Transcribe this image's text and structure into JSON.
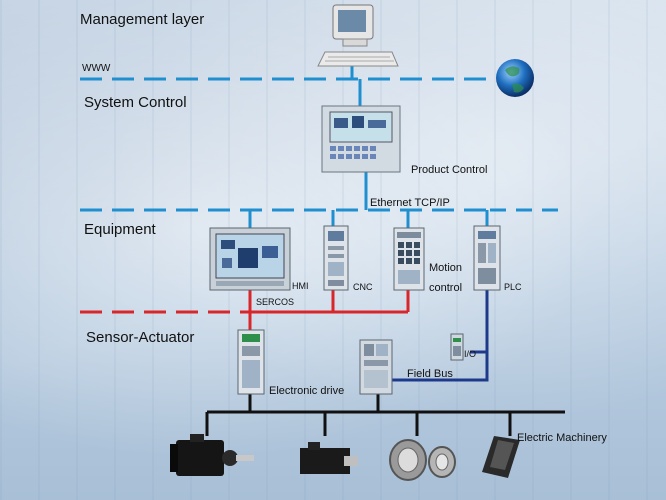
{
  "layers": {
    "management": "Management layer",
    "system_control": "System Control",
    "equipment": "Equipment",
    "sensor_actuator": "Sensor-Actuator"
  },
  "labels": {
    "www": "WWW",
    "product_control": "Product Control",
    "ethernet": "Ethernet TCP/IP",
    "hmi": "HMI",
    "cnc": "CNC",
    "motion_control_1": "Motion",
    "motion_control_2": "control",
    "plc": "PLC",
    "sercos": "SERCOS",
    "io": "I/O",
    "field_bus": "Field Bus",
    "electronic_drive": "Electronic drive",
    "electric_machinery": "Electric Machinery"
  },
  "colors": {
    "ethernet_line": "#1f8fd0",
    "sercos_line": "#d8262b",
    "field_bus_line": "#1d3a8a",
    "machinery_bus": "#111111"
  },
  "icons": [
    "computer-icon",
    "globe-icon",
    "product-control-panel-icon",
    "hmi-panel-icon",
    "cnc-module-icon",
    "motion-control-module-icon",
    "plc-module-icon",
    "io-module-icon",
    "electronic-drive-icon",
    "field-bus-coupler-icon",
    "servo-motor-icon",
    "linear-motor-icon",
    "bearing-icon",
    "linear-module-icon"
  ]
}
